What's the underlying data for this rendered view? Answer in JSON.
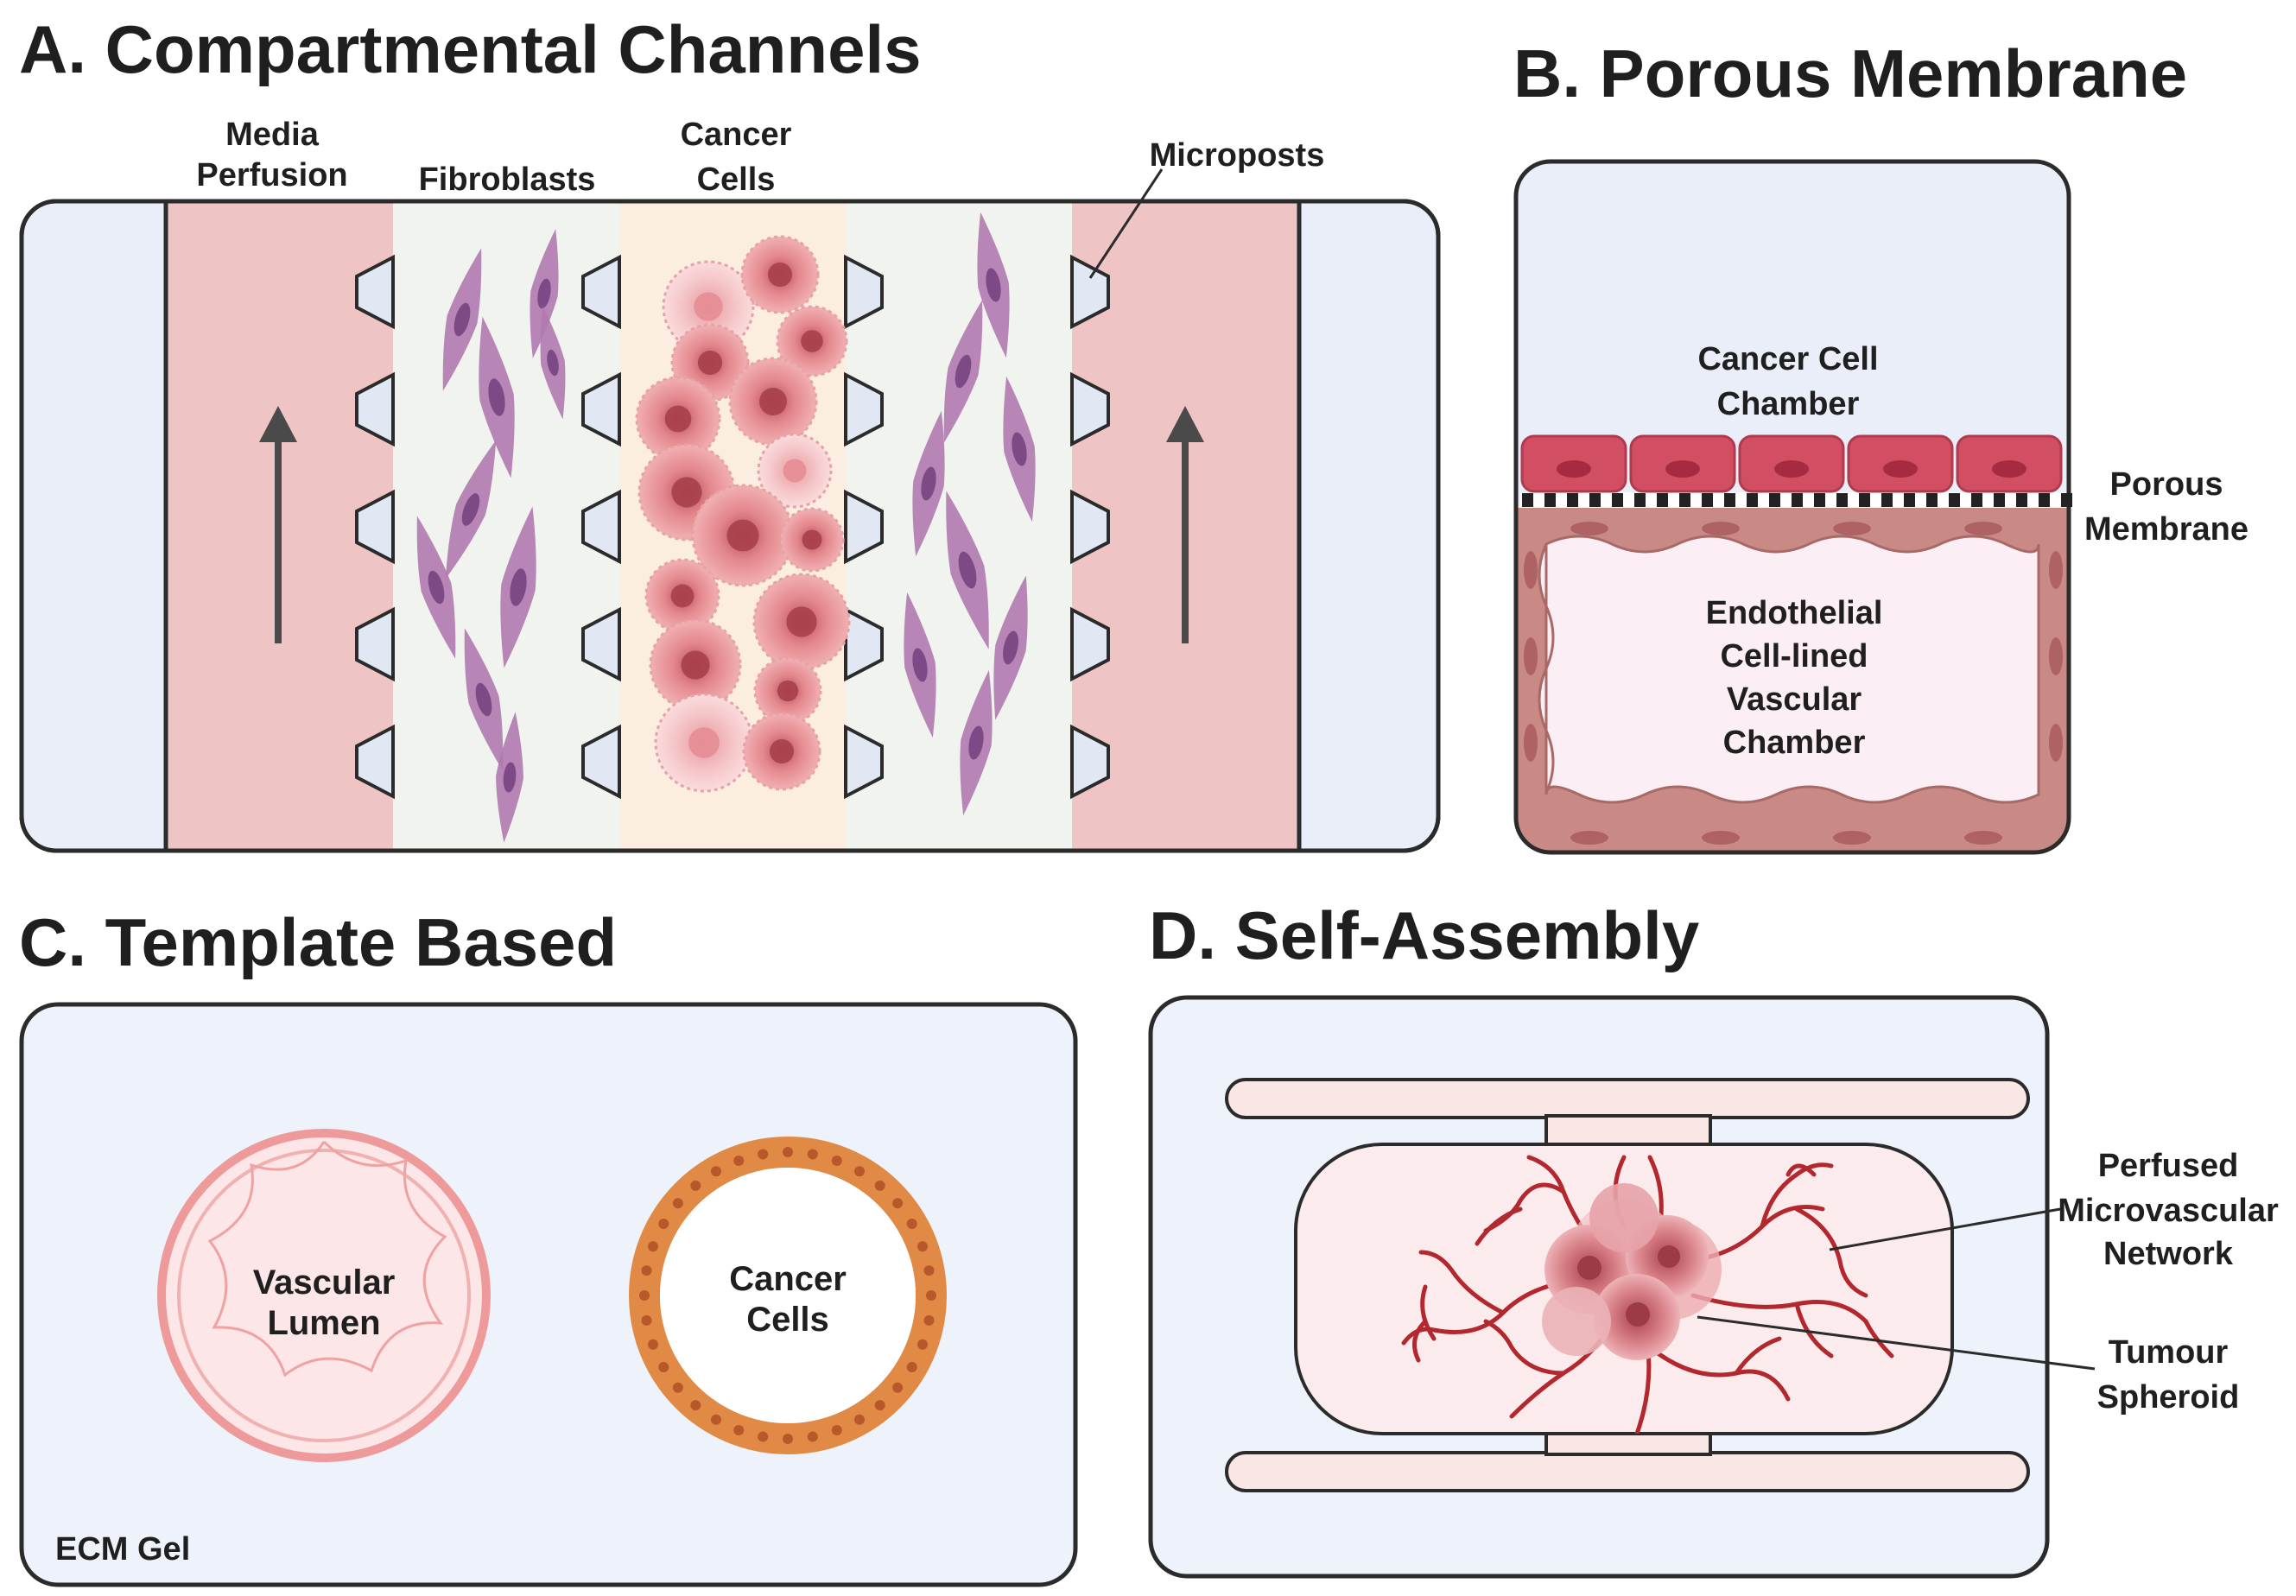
{
  "panels": {
    "a": {
      "title": "A. Compartmental Channels",
      "labels": {
        "media_perfusion": [
          "Media",
          "Perfusion"
        ],
        "fibroblasts": "Fibroblasts",
        "cancer_cells": [
          "Cancer",
          "Cells"
        ],
        "microposts": "Microposts"
      }
    },
    "b": {
      "title": "B. Porous Membrane",
      "labels": {
        "cancer_chamber": [
          "Cancer Cell",
          "Chamber"
        ],
        "porous_membrane": [
          "Porous",
          "Membrane"
        ],
        "vascular_chamber": [
          "Endothelial",
          "Cell-lined",
          "Vascular",
          "Chamber"
        ]
      }
    },
    "c": {
      "title": "C. Template Based",
      "labels": {
        "vascular_lumen": [
          "Vascular",
          "Lumen"
        ],
        "cancer_cells": [
          "Cancer",
          "Cells"
        ],
        "ecm_gel": "ECM Gel"
      }
    },
    "d": {
      "title": "D. Self-Assembly",
      "labels": {
        "network": [
          "Perfused",
          "Microvascular",
          "Network"
        ],
        "spheroid": [
          "Tumour",
          "Spheroid"
        ]
      }
    }
  },
  "colors": {
    "side_channel": "#e9eef8",
    "media": "#efc4c4",
    "fibroblast_zone": "#f1f4ee",
    "cancer_zone": "#fbeee0",
    "fibroblast": "#b07ab0",
    "cancer_cell": "#e8888c",
    "cancer_cell_dark": "#c45a62",
    "endothelial": "#d24f63",
    "vascular_wall": "#c98a86",
    "vascular_fill": "#fbeef4",
    "gel": "#eef3fb",
    "lumen_ring": "#ef9a9a",
    "cancer_ring": "#e08a45",
    "vessel": "#b2282e",
    "outline": "#2b2b2b",
    "arrow": "#4a4a4a"
  }
}
